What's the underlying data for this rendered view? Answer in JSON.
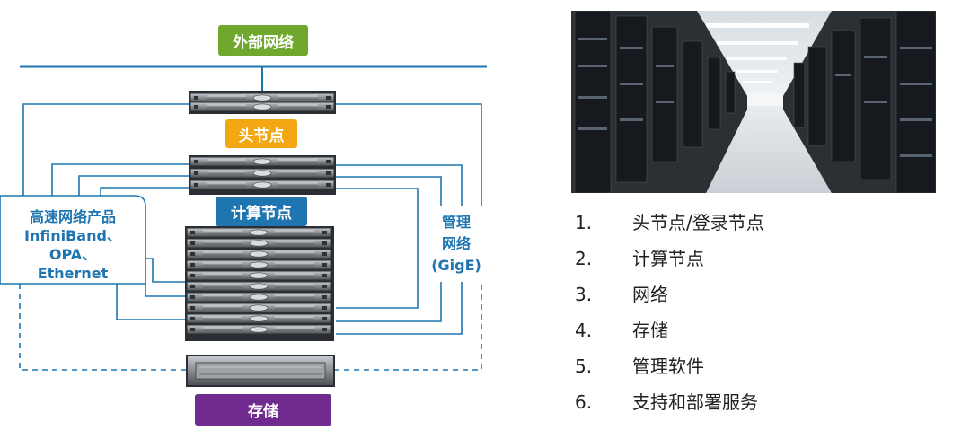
{
  "diagram": {
    "external_network": "外部网络",
    "head_node": "头节点",
    "compute_nodes": "计算节点",
    "storage": "存储",
    "high_speed_network": [
      "高速网络产品",
      "InfiniBand、",
      "OPA、",
      "Ethernet"
    ],
    "management_network": [
      "管理",
      "网络",
      "(GigE)"
    ]
  },
  "colors": {
    "external_network_tag": "#6fa82d",
    "head_node_tag": "#f3a712",
    "compute_nodes_tag": "#1f75b0",
    "storage_tag": "#6f2b8e",
    "network_line": "#1f75b0"
  },
  "list": [
    {
      "num": "1.",
      "text": "头节点/登录节点"
    },
    {
      "num": "2.",
      "text": "计算节点"
    },
    {
      "num": "3.",
      "text": "网络"
    },
    {
      "num": "4.",
      "text": "存储"
    },
    {
      "num": "5.",
      "text": "管理软件"
    },
    {
      "num": "6.",
      "text": "支持和部署服务"
    }
  ]
}
